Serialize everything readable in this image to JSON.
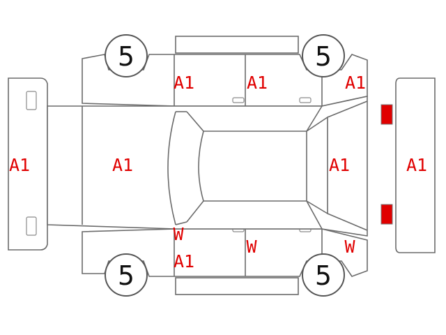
{
  "colors": {
    "damage_code": "#e00000",
    "front_lamp": "#f2f200",
    "rear_lamp": "#e00000",
    "outline": "#6a6a6a"
  },
  "tires": {
    "front_left": "5",
    "front_right": "5",
    "rear_left": "5",
    "rear_right": "5"
  },
  "codes": {
    "front_bumper": "A1",
    "hood": "A1",
    "front_door_top": "A1",
    "rear_door_top": "A1",
    "rear_fender_top": "A1",
    "rear_glass_area": "A1",
    "rear_bumper": "A1",
    "windshield_bottom": "W",
    "front_door_bottom": "A1",
    "rear_door_bottom": "W",
    "rear_quarter_glass_bottom": "W"
  }
}
